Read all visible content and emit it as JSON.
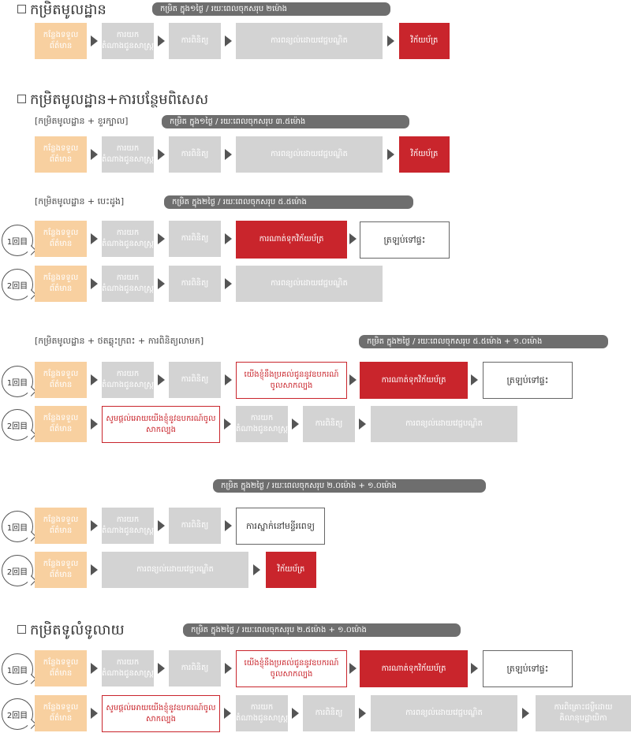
{
  "s1": {
    "title": "កម្រិតមូលដ្ឋាន",
    "pill": "កម្រិត ក្នុង១ថ្ងៃ / រយៈពេលចុកសរុប ២ម៉ោង",
    "steps": [
      "កន្លែងទទួលព័ត៌មាន",
      "ការយកតំណាងជូនសាស្ត្រ",
      "ការពិនិត្យ",
      "ការពន្យល់ដោយវេជ្ជបណ្ឌិត",
      "វិក័យប័ត្រ"
    ]
  },
  "s2": {
    "title": "កម្រិតមូលដ្ឋាន+ការបន្ថែមពិសេស",
    "sub_a": "[កម្រិតមូលដ្ឋាន + ខួរក្បាល]",
    "pill_a": "កម្រិត ក្នុង១ថ្ងៃ / រយៈពេលចុកសរុប ៣.៥ម៉ោង",
    "steps_a": [
      "កន្លែងទទួលព័ត៌មាន",
      "ការយកតំណាងជូនសាស្ត្រ",
      "ការពិនិត្យ",
      "ការពន្យល់ដោយវេជ្ជបណ្ឌិត",
      "វិក័យប័ត្រ"
    ],
    "sub_b": "[កម្រិតមូលដ្ឋាន + បេះដូង]",
    "pill_b": "កម្រិត ក្នុង២ថ្ងៃ / រយៈពេលចុកសរុប ៥.៥ម៉ោង",
    "bubble1": "1回目",
    "bubble2": "2回目",
    "steps_b1": [
      "កន្លែងទទួលព័ត៌មាន",
      "ការយកតំណាងជូនសាស្ត្រ",
      "ការពិនិត្យ",
      "ការណាត់ទុកវិក័យប័ត្រ",
      "ត្រឡប់ទៅផ្ទះ"
    ],
    "steps_b2": [
      "កន្លែងទទួលព័ត៌មាន",
      "ការយកតំណាងជូនសាស្ត្រ",
      "ការពិនិត្យ",
      "ការពន្យល់ដោយវេជ្ជបណ្ឌិត"
    ]
  },
  "s3": {
    "sub": "[កម្រិតមូលដ្ឋាន + ថតឆ្លុះក្រពះ + ការពិនិត្យលាមក]",
    "pill": "កម្រិត ក្នុង២ថ្ងៃ / រយៈពេលចុកសរុប ៥.៥ម៉ោង + ១.០ម៉ោង",
    "steps_1": [
      "កន្លែងទទួលព័ត៌មាន",
      "ការយកតំណាងជូនសាស្ត្រ",
      "ការពិនិត្យ",
      "យើងខ្ញុំនឹងប្រគល់ជូននូវឧបករណ៍ចូលសាកល្បង",
      "ការណាត់ទុកវិក័យប័ត្រ",
      "ត្រឡប់ទៅផ្ទះ"
    ],
    "steps_2": [
      "កន្លែងទទួលព័ត៌មាន",
      "សូមផ្តល់អោយយើងខ្ញុំនូវឧបករណ៍ចូលសាកល្បង",
      "ការយកតំណាងជូនសាស្ត្រ",
      "ការពិនិត្យ",
      "ការពន្យល់ដោយវេជ្ជបណ្ឌិត"
    ]
  },
  "s4": {
    "pill": "កម្រិត ក្នុង២ថ្ងៃ / រយៈពេលចុកសរុប ២.០ម៉ោង + ១.០ម៉ោង",
    "steps_1": [
      "កន្លែងទទួលព័ត៌មាន",
      "ការយកតំណាងជូនសាស្ត្រ",
      "ការពិនិត្យ",
      "ការស្នាក់នៅមន្ទីរពេទ្យ"
    ],
    "steps_2": [
      "កន្លែងទទួលព័ត៌មាន",
      "ការពន្យល់ដោយវេជ្ជបណ្ឌិត",
      "វិក័យប័ត្រ"
    ]
  },
  "s5": {
    "title": "កម្រិតទូលំទូលាយ",
    "pill": "កម្រិត ក្នុង២ថ្ងៃ / រយៈពេលចុកសរុប ២.៥ម៉ោង + ១.០ម៉ោង",
    "steps_1": [
      "កន្លែងទទួលព័ត៌មាន",
      "ការយកតំណាងជូនសាស្ត្រ",
      "ការពិនិត្យ",
      "យើងខ្ញុំនឹងប្រគល់ជូននូវឧបករណ៍ចូលសាកល្បង",
      "ការណាត់ទុកវិក័យប័ត្រ",
      "ត្រឡប់ទៅផ្ទះ"
    ],
    "steps_2": [
      "កន្លែងទទួលព័ត៌មាន",
      "សូមផ្តល់អោយយើងខ្ញុំនូវឧបករណ៍ចូលសាកល្បង",
      "ការយកតំណាងជូនសាស្ត្រ",
      "ការពិនិត្យ",
      "ការពន្យល់ដោយវេជ្ជបណ្ឌិត",
      "ការពិគ្រោះជម្ងឺដោយគិលានុបដ្ឋាយិកា"
    ]
  }
}
